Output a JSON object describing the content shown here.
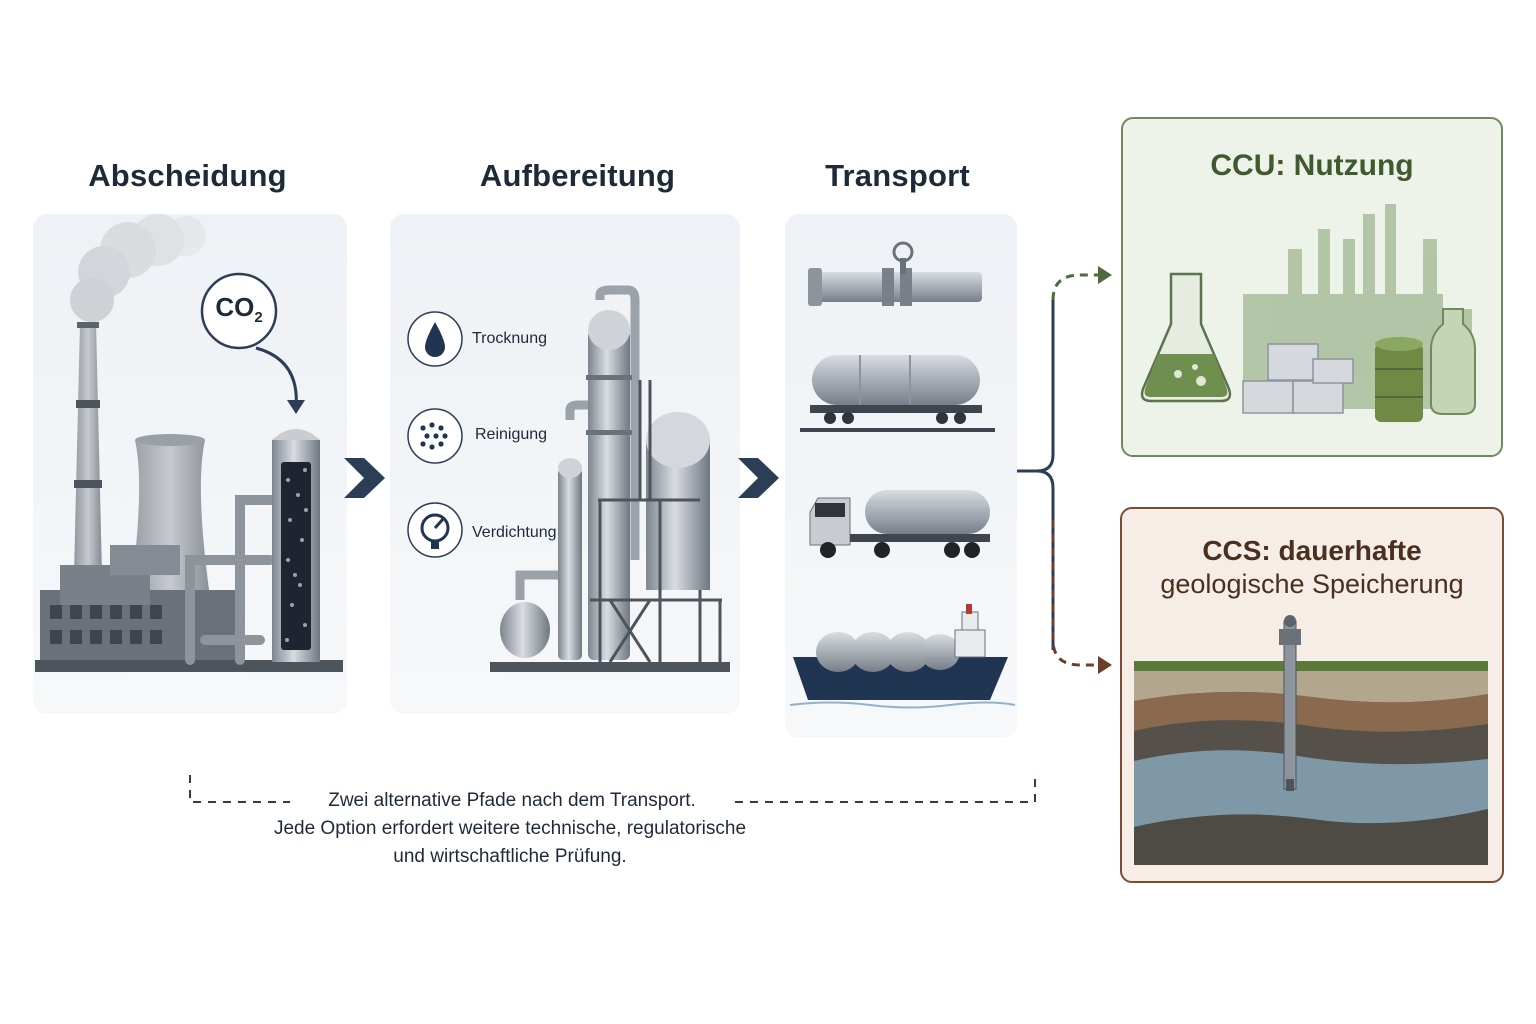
{
  "stages": {
    "capture": {
      "title": "Abscheidung",
      "badge": "CO",
      "badge_sub": "2"
    },
    "processing": {
      "title": "Aufbereitung",
      "steps": [
        {
          "label": "Trocknung",
          "icon": "water-drop-icon"
        },
        {
          "label": "Reinigung",
          "icon": "dots-filter-icon"
        },
        {
          "label": "Verdichtung",
          "icon": "pressure-gauge-icon"
        }
      ]
    },
    "transport": {
      "title": "Transport",
      "modes": [
        "pipeline-icon",
        "rail-tank-car-icon",
        "tank-truck-icon",
        "tanker-ship-icon"
      ]
    }
  },
  "outcomes": {
    "ccu": {
      "title": "CCU: Nutzung",
      "color": "#6f8b5e"
    },
    "ccs": {
      "title_line1": "CCS: dauerhafte",
      "title_line2": "geologische Speicherung",
      "color": "#7b4b34"
    }
  },
  "note": {
    "line1": "Zwei alternative Pfade nach dem Transport.",
    "line2": "Jede Option erfordert weitere technische, regulatorische",
    "line3": "und wirtschaftliche Prüfung."
  },
  "colors": {
    "arrow": "#2c3e55",
    "dashed": "#2c3e55"
  }
}
